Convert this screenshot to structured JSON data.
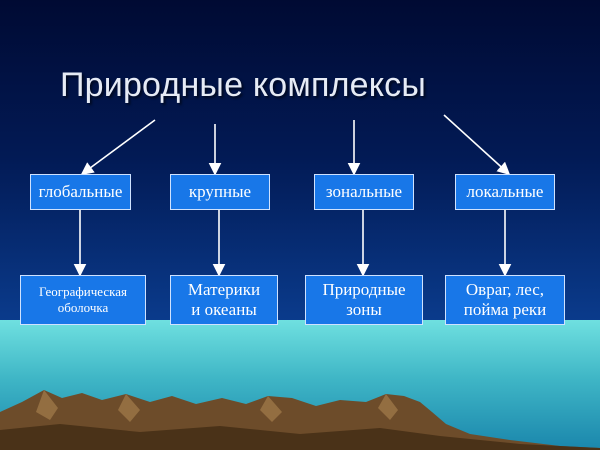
{
  "title": "Природные комплексы",
  "categories": [
    "глобальные",
    "крупные",
    "зональные",
    "локальные"
  ],
  "examples": [
    [
      "Географическая",
      "оболочка"
    ],
    [
      "Материки",
      "и океаны"
    ],
    [
      "Природные",
      "зоны"
    ],
    [
      "Овраг, лес,",
      "пойма реки"
    ]
  ],
  "colors": {
    "box": "#1877e8",
    "arrow": "#ffffff",
    "sea": "#3fb6c6",
    "mountain": "#7a5a33"
  }
}
